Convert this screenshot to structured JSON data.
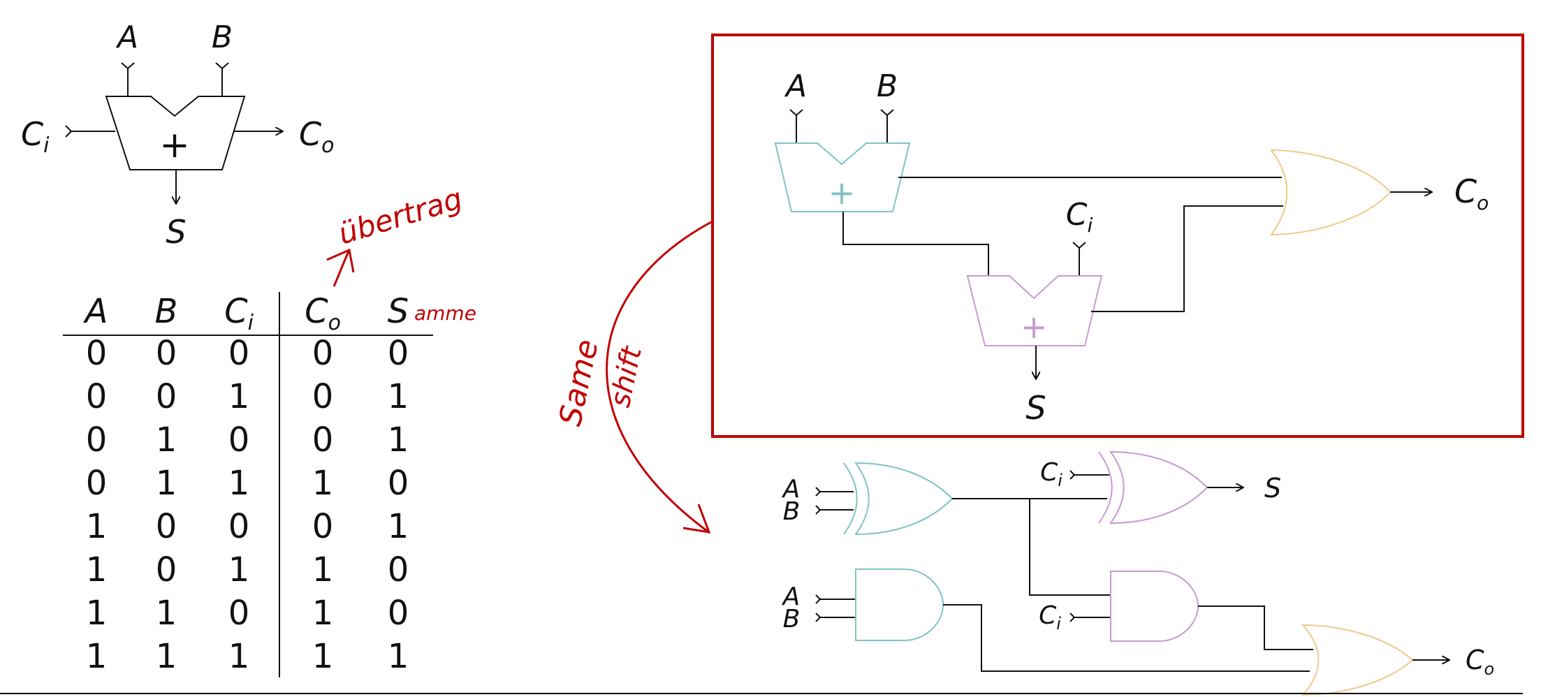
{
  "colors": {
    "ink": "#111111",
    "annotation_red": "#c00000",
    "half_adder_1": "#7fc4c4",
    "half_adder_2": "#c79bd0",
    "or_gate": "#f0c98a"
  },
  "symbol": {
    "in_a": "A",
    "in_b": "B",
    "carry_in": "C",
    "carry_in_sub": "i",
    "carry_out": "C",
    "carry_out_sub": "o",
    "sum": "S",
    "plus": "+"
  },
  "annotations": {
    "carry_note": "übertrag",
    "sum_note": "amme",
    "arrow_note_1": "Same",
    "arrow_note_2": "shift"
  },
  "truth_table": {
    "headers": [
      "A",
      "B",
      "C",
      "C",
      "S"
    ],
    "header_subs": [
      "",
      "",
      "i",
      "o",
      ""
    ],
    "rows": [
      [
        "0",
        "0",
        "0",
        "0",
        "0"
      ],
      [
        "0",
        "0",
        "1",
        "0",
        "1"
      ],
      [
        "0",
        "1",
        "0",
        "0",
        "1"
      ],
      [
        "0",
        "1",
        "1",
        "1",
        "0"
      ],
      [
        "1",
        "0",
        "0",
        "0",
        "1"
      ],
      [
        "1",
        "0",
        "1",
        "1",
        "0"
      ],
      [
        "1",
        "1",
        "0",
        "1",
        "0"
      ],
      [
        "1",
        "1",
        "1",
        "1",
        "1"
      ]
    ]
  },
  "half_adder_circuit": {
    "in_a": "A",
    "in_b": "B",
    "carry_in": "C",
    "carry_in_sub": "i",
    "carry_out": "C",
    "carry_out_sub": "o",
    "sum": "S",
    "plus": "+"
  },
  "gate_circuit": {
    "xor_in_a": "A",
    "xor_in_b": "B",
    "xor2_in": "C",
    "xor2_in_sub": "i",
    "sum_out": "S",
    "and_in_a": "A",
    "and_in_b": "B",
    "and2_in": "C",
    "and2_in_sub": "i",
    "carry_out": "C",
    "carry_out_sub": "o"
  }
}
